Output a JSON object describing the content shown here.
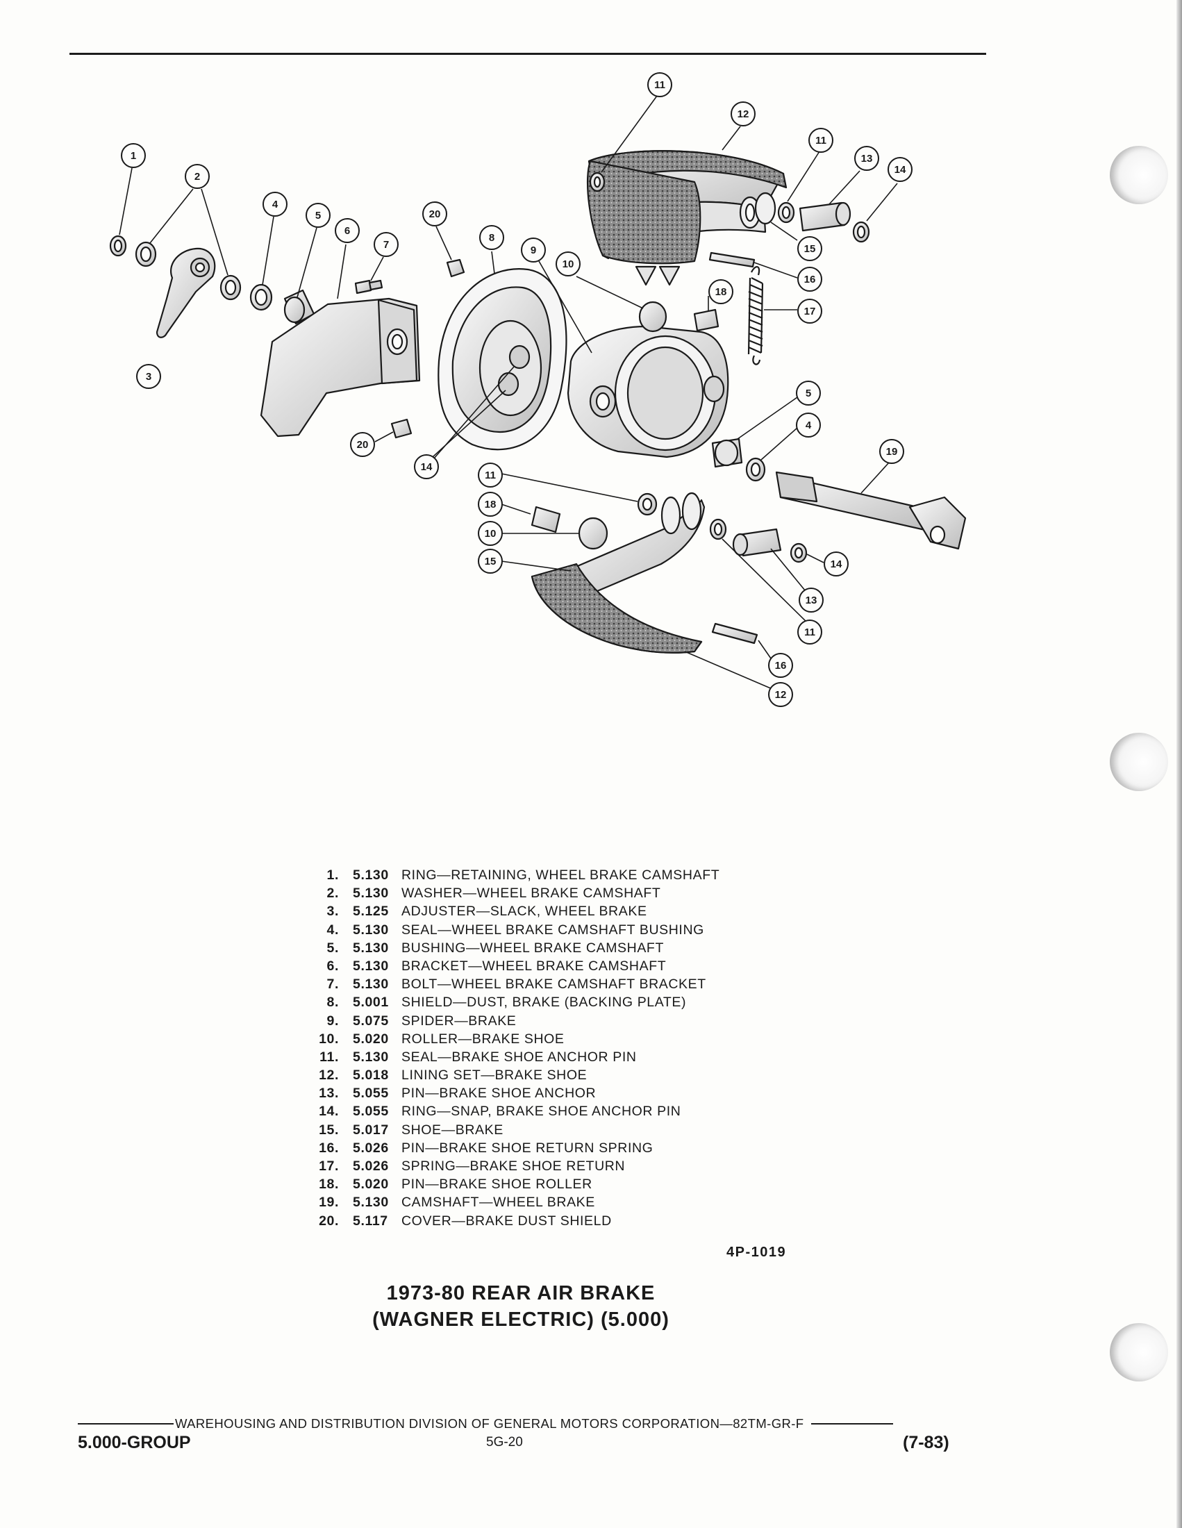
{
  "callouts": [
    "1",
    "2",
    "3",
    "4",
    "5",
    "6",
    "7",
    "8",
    "9",
    "10",
    "11",
    "12",
    "13",
    "14",
    "15",
    "16",
    "17",
    "18",
    "19",
    "20"
  ],
  "parts": [
    {
      "num": "1.",
      "code": "5.130",
      "desc": "RING—RETAINING, WHEEL BRAKE CAMSHAFT"
    },
    {
      "num": "2.",
      "code": "5.130",
      "desc": "WASHER—WHEEL BRAKE CAMSHAFT"
    },
    {
      "num": "3.",
      "code": "5.125",
      "desc": "ADJUSTER—SLACK, WHEEL BRAKE"
    },
    {
      "num": "4.",
      "code": "5.130",
      "desc": "SEAL—WHEEL BRAKE CAMSHAFT BUSHING"
    },
    {
      "num": "5.",
      "code": "5.130",
      "desc": "BUSHING—WHEEL BRAKE CAMSHAFT"
    },
    {
      "num": "6.",
      "code": "5.130",
      "desc": "BRACKET—WHEEL BRAKE CAMSHAFT"
    },
    {
      "num": "7.",
      "code": "5.130",
      "desc": "BOLT—WHEEL BRAKE CAMSHAFT BRACKET"
    },
    {
      "num": "8.",
      "code": "5.001",
      "desc": "SHIELD—DUST, BRAKE (BACKING PLATE)"
    },
    {
      "num": "9.",
      "code": "5.075",
      "desc": "SPIDER—BRAKE"
    },
    {
      "num": "10.",
      "code": "5.020",
      "desc": "ROLLER—BRAKE SHOE"
    },
    {
      "num": "11.",
      "code": "5.130",
      "desc": "SEAL—BRAKE SHOE ANCHOR PIN"
    },
    {
      "num": "12.",
      "code": "5.018",
      "desc": "LINING SET—BRAKE SHOE"
    },
    {
      "num": "13.",
      "code": "5.055",
      "desc": "PIN—BRAKE SHOE ANCHOR"
    },
    {
      "num": "14.",
      "code": "5.055",
      "desc": "RING—SNAP, BRAKE SHOE ANCHOR PIN"
    },
    {
      "num": "15.",
      "code": "5.017",
      "desc": "SHOE—BRAKE"
    },
    {
      "num": "16.",
      "code": "5.026",
      "desc": "PIN—BRAKE SHOE RETURN SPRING"
    },
    {
      "num": "17.",
      "code": "5.026",
      "desc": "SPRING—BRAKE SHOE RETURN"
    },
    {
      "num": "18.",
      "code": "5.020",
      "desc": "PIN—BRAKE SHOE ROLLER"
    },
    {
      "num": "19.",
      "code": "5.130",
      "desc": "CAMSHAFT—WHEEL BRAKE"
    },
    {
      "num": "20.",
      "code": "5.117",
      "desc": "COVER—BRAKE DUST SHIELD"
    }
  ],
  "figure_id": "4P-1019",
  "title_line1": "1973-80 REAR AIR BRAKE",
  "title_line2": "(WAGNER ELECTRIC) (5.000)",
  "footer": {
    "division": "WAREHOUSING AND DISTRIBUTION  DIVISION OF GENERAL MOTORS CORPORATION—82TM-GR-F",
    "group": "5.000-GROUP",
    "page": "5G-20",
    "revision": "(7-83)"
  }
}
